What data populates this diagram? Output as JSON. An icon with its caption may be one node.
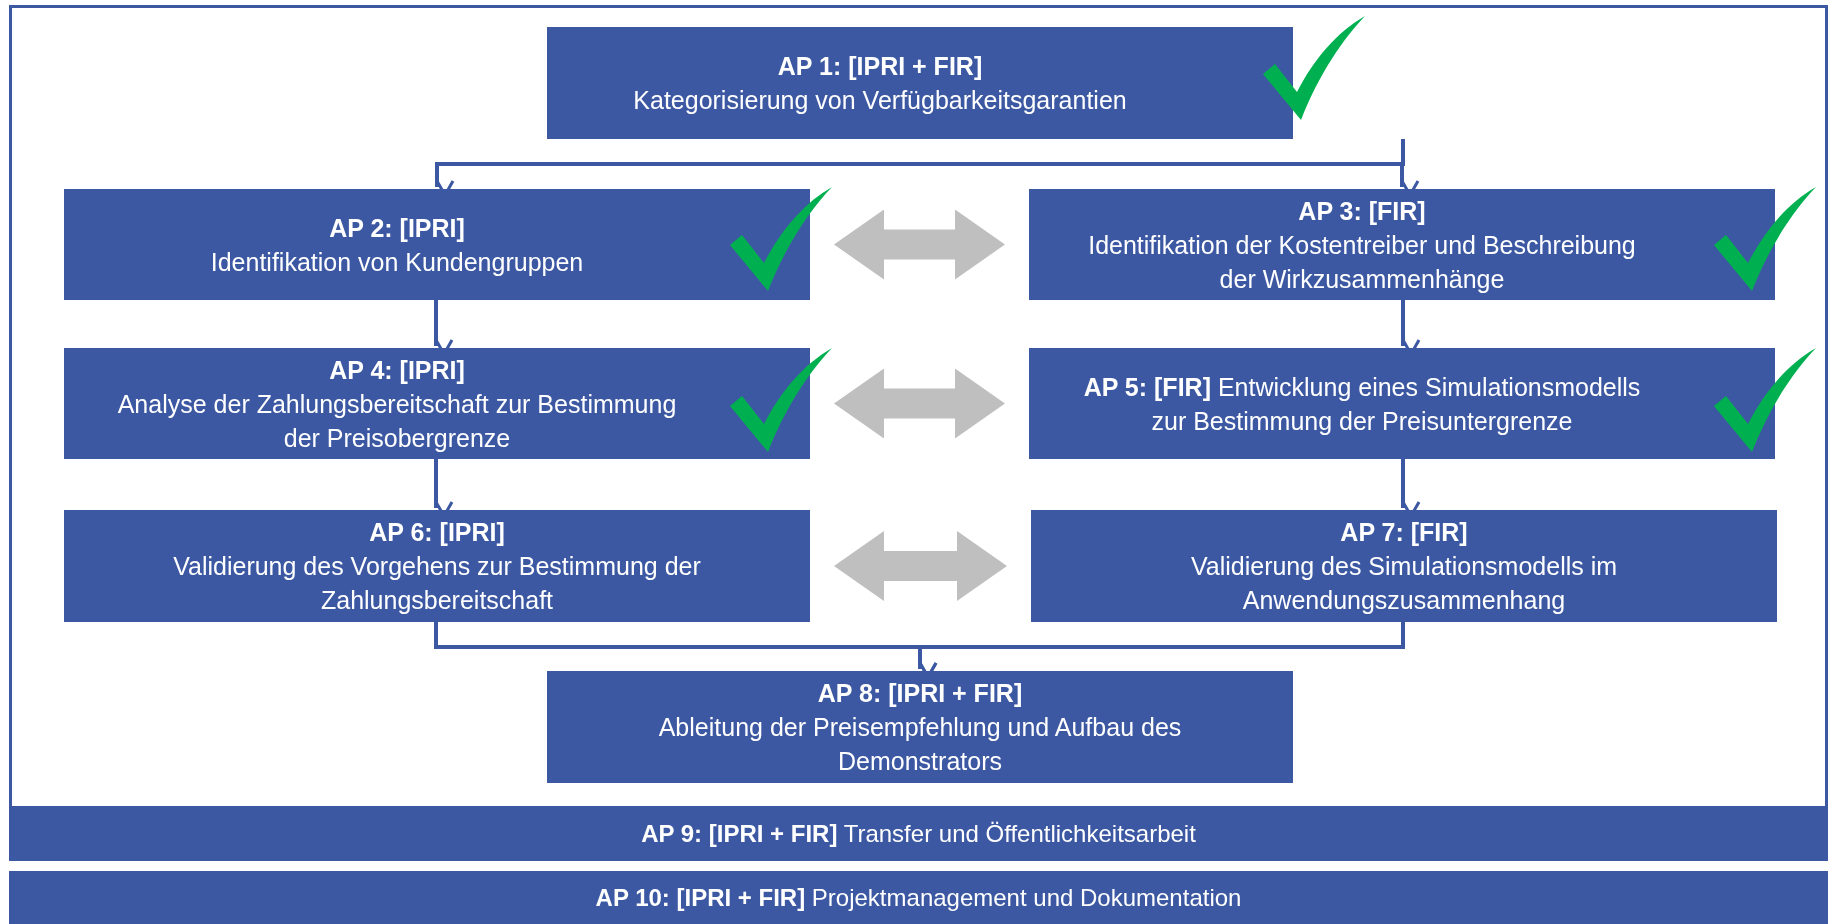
{
  "diagram": {
    "nodes": [
      {
        "text": [
          "AP 1: [IPRI + FIR]",
          "Kategorisierung von Verfügbarkeitsgarantien"
        ]
      },
      {
        "text": [
          "AP 2: [IPRI]",
          "Identifikation von Kundengruppen"
        ]
      },
      {
        "text": [
          "AP 3: [FIR]",
          "Identifikation der Kostentreiber und Beschreibung der Wirkzusammenhänge"
        ]
      },
      {
        "text": [
          "AP 4: [IPRI]",
          "Analyse der Zahlungsbereitschaft zur Bestimmung der Preisobergrenze"
        ]
      },
      {
        "text": [
          "**AP 5: [FIR]** Entwicklung eines Simulationsmodells zur Bestimmung der Preisuntergrenze"
        ]
      },
      {
        "text": [
          "AP 6: [IPRI]",
          "Validierung des Vorgehens zur Bestimmung der Zahlungsbereitschaft"
        ]
      },
      {
        "text": [
          "AP 7: [FIR]",
          "Validierung des Simulationsmodells im Anwendungszusammenhang"
        ]
      },
      {
        "text": [
          "AP 8: [IPRI + FIR]",
          "Ableitung der Preisempfehlung und Aufbau des Demonstrators"
        ]
      },
      {
        "text": [
          "**AP 9: [IPRI + FIR]** Transfer und Öffentlichkeitsarbeit"
        ]
      },
      {
        "text": [
          "**AP 10: [IPRI + FIR]** Projektmanagement und Dokumentation"
        ]
      }
    ],
    "edges": [
      {
        "from": 0,
        "to": 1,
        "arrow": "to"
      },
      {
        "from": 0,
        "to": 2,
        "arrow": "to"
      },
      {
        "from": 1,
        "to": 3,
        "arrow": "to"
      },
      {
        "from": 3,
        "to": 5,
        "arrow": "to"
      },
      {
        "from": 2,
        "to": 4,
        "arrow": "to"
      },
      {
        "from": 4,
        "to": 6,
        "arrow": "to"
      },
      {
        "from": 5,
        "to": 7,
        "arrow": "to"
      },
      {
        "from": 6,
        "to": 7,
        "arrow": "to"
      },
      {
        "from": 1,
        "to": 2,
        "arrow": "both",
        "style": "thick",
        "color": "#bfbfbf"
      },
      {
        "from": 3,
        "to": 4,
        "arrow": "both",
        "style": "thick",
        "color": "#bfbfbf"
      },
      {
        "from": 5,
        "to": 6,
        "arrow": "both",
        "style": "thick",
        "color": "#bfbfbf"
      }
    ]
  }
}
